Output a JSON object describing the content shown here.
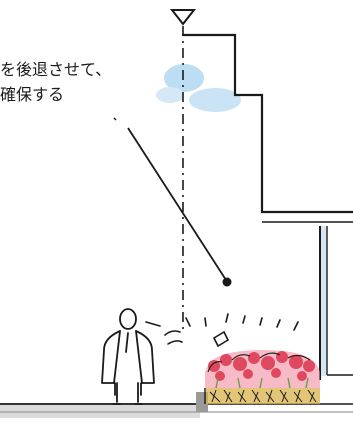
{
  "caption": {
    "line1": "を後退させて、",
    "line2": "確保する"
  },
  "colors": {
    "ink": "#1a1a1a",
    "sky_wash": "#a8d2ee",
    "flower_red": "#e0485f",
    "flower_pink": "#f08ea0",
    "leaf_green": "#6f9a4a",
    "soil_yellow": "#d8b24a",
    "ground_gray": "#9a9a9a",
    "pole_blue": "#c9dff0"
  },
  "icons": {
    "level_marker": "triangle-down",
    "pointer_dot": "filled-circle"
  }
}
